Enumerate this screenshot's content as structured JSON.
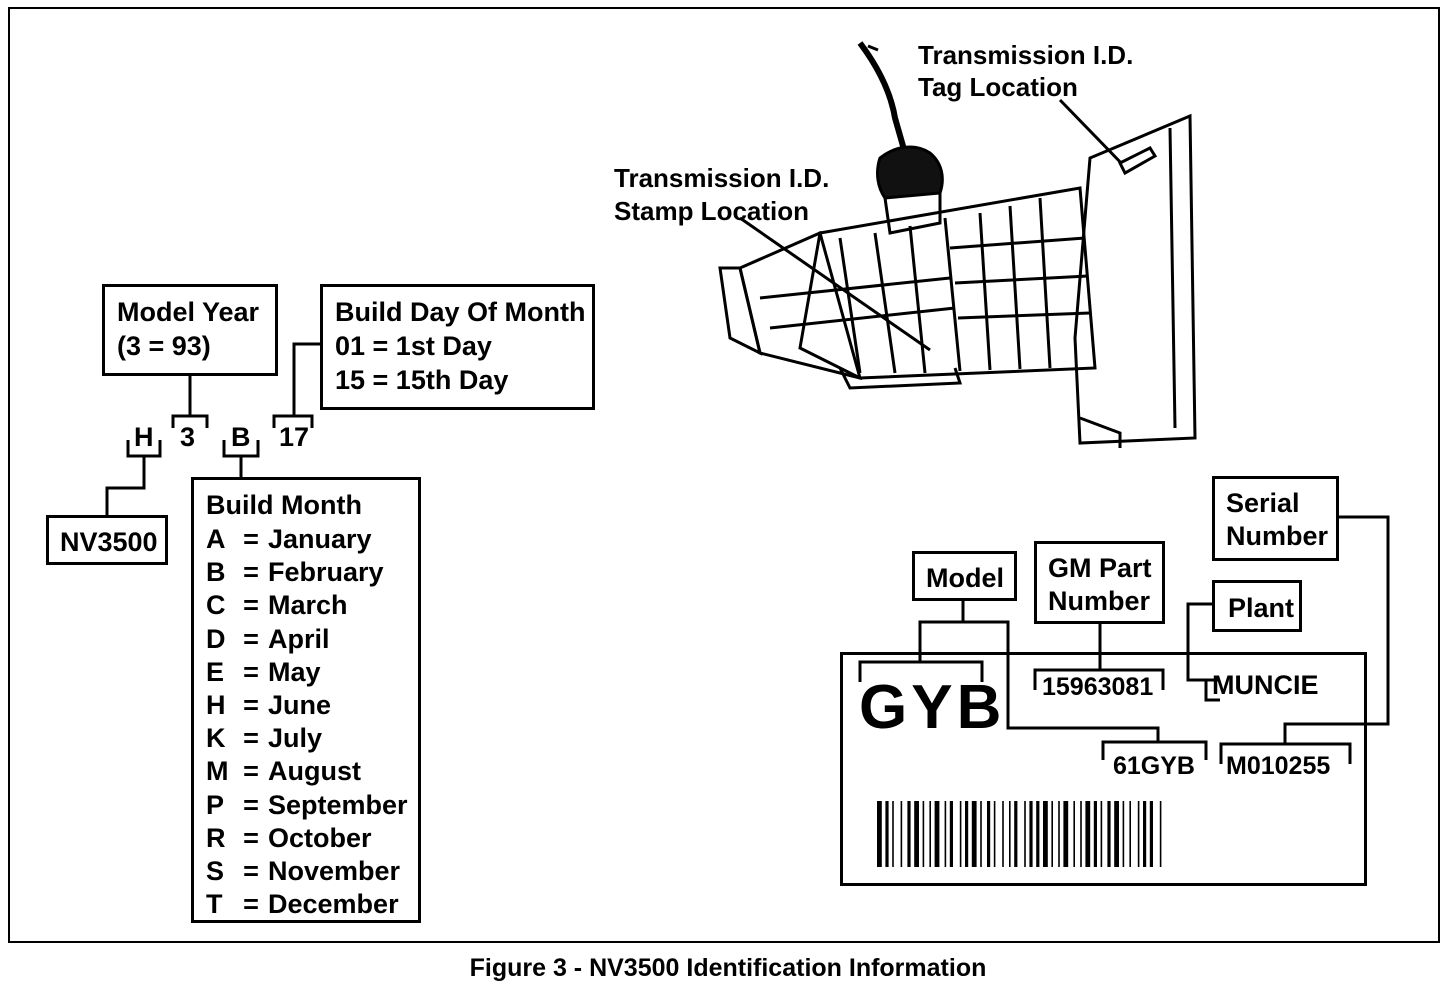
{
  "caption": "Figure 3 - NV3500 Identification Information",
  "model_year_box": {
    "line1": "Model Year",
    "line2": "(3 = 93)"
  },
  "build_day_box": {
    "title": "Build Day Of Month",
    "line1": "01 = 1st Day",
    "line2": "15 = 15th Day"
  },
  "code_segments": {
    "model": "H",
    "year": "3",
    "month": "B",
    "day": "17"
  },
  "nv_box": {
    "label": "NV3500"
  },
  "build_month_box": {
    "title": "Build Month",
    "items": [
      {
        "code": "A",
        "eq": "=",
        "month": "January"
      },
      {
        "code": "B",
        "eq": "=",
        "month": "February"
      },
      {
        "code": "C",
        "eq": "=",
        "month": "March"
      },
      {
        "code": "D",
        "eq": "=",
        "month": "April"
      },
      {
        "code": "E",
        "eq": "=",
        "month": "May"
      },
      {
        "code": "H",
        "eq": "=",
        "month": "June"
      },
      {
        "code": "K",
        "eq": "=",
        "month": "July"
      },
      {
        "code": "M",
        "eq": "=",
        "month": "August"
      },
      {
        "code": "P",
        "eq": "=",
        "month": "September"
      },
      {
        "code": "R",
        "eq": "=",
        "month": "October"
      },
      {
        "code": "S",
        "eq": "=",
        "month": "November"
      },
      {
        "code": "T",
        "eq": "=",
        "month": "December"
      }
    ]
  },
  "callouts": {
    "tag": {
      "line1": "Transmission I.D.",
      "line2": "Tag Location"
    },
    "stamp": {
      "line1": "Transmission I.D.",
      "line2": "Stamp Location"
    }
  },
  "tag_labels": {
    "model": "Model",
    "gm_part": {
      "line1": "GM Part",
      "line2": "Number"
    },
    "serial": {
      "line1": "Serial",
      "line2": "Number"
    },
    "plant": "Plant"
  },
  "tag_values": {
    "model_code": "GYB",
    "part_number": "15963081",
    "plant": "MUNCIE",
    "model_full": "61GYB",
    "serial": "M010255"
  },
  "icons": {
    "transmission": "transmission-illustration",
    "barcode": "barcode-icon"
  }
}
